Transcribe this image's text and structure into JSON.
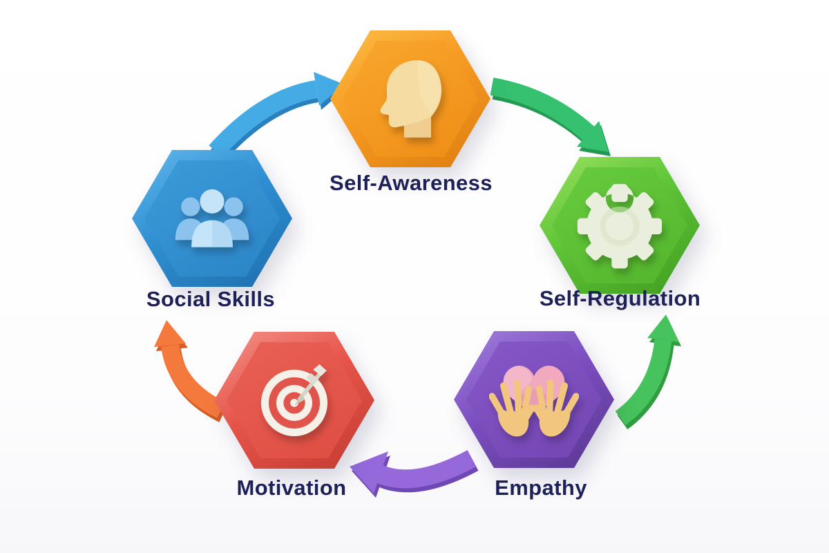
{
  "diagram": {
    "type": "cycle",
    "background_color": "#ffffff",
    "label_color": "#1e2158",
    "nodes": [
      {
        "id": "self-awareness",
        "label": "Self-Awareness",
        "icon": "head-profile-icon",
        "shape": "hexagon",
        "face_color": "#ef8d15",
        "bevel_light": "#fdbd47",
        "bevel_dark": "#dd7d0f",
        "icon_color": "#f5dca2",
        "position": "top-center"
      },
      {
        "id": "self-regulation",
        "label": "Self-Regulation",
        "icon": "gear-icon",
        "shape": "hexagon",
        "face_color": "#55bd2e",
        "bevel_light": "#9ae25f",
        "bevel_dark": "#3f9c1e",
        "icon_color": "#e9efdc",
        "position": "right"
      },
      {
        "id": "empathy",
        "label": "Empathy",
        "icon": "heart-in-hands-icon",
        "shape": "hexagon",
        "face_color": "#7b4ec0",
        "bevel_light": "#a37fdc",
        "bevel_dark": "#58368f",
        "icon_color": "#f2c67e",
        "heart_color": "#f1a9bd",
        "position": "bottom-right"
      },
      {
        "id": "motivation",
        "label": "Motivation",
        "icon": "target-arrow-icon",
        "shape": "hexagon",
        "face_color": "#e04e43",
        "bevel_light": "#f4928a",
        "bevel_dark": "#c23a31",
        "icon_color": "#f5f0e8",
        "position": "bottom-left"
      },
      {
        "id": "social-skills",
        "label": "Social Skills",
        "icon": "people-group-icon",
        "shape": "hexagon",
        "face_color": "#2a84c6",
        "bevel_light": "#62b9ec",
        "bevel_dark": "#1d6dac",
        "icon_color": "#c5e3f9",
        "position": "left"
      }
    ],
    "arrows": [
      {
        "from": "social-skills",
        "to": "self-awareness",
        "color": "#45abe5",
        "direction": "curves up-right"
      },
      {
        "from": "self-awareness",
        "to": "self-regulation",
        "color": "#35c170",
        "direction": "curves down-right"
      },
      {
        "from": "empathy",
        "to": "self-regulation",
        "color": "#46c35c",
        "direction": "curves up"
      },
      {
        "from": "empathy",
        "to": "motivation",
        "color": "#9569da",
        "direction": "curves left"
      },
      {
        "from": "motivation",
        "to": "social-skills",
        "color": "#f4793c",
        "direction": "curves up"
      }
    ]
  }
}
